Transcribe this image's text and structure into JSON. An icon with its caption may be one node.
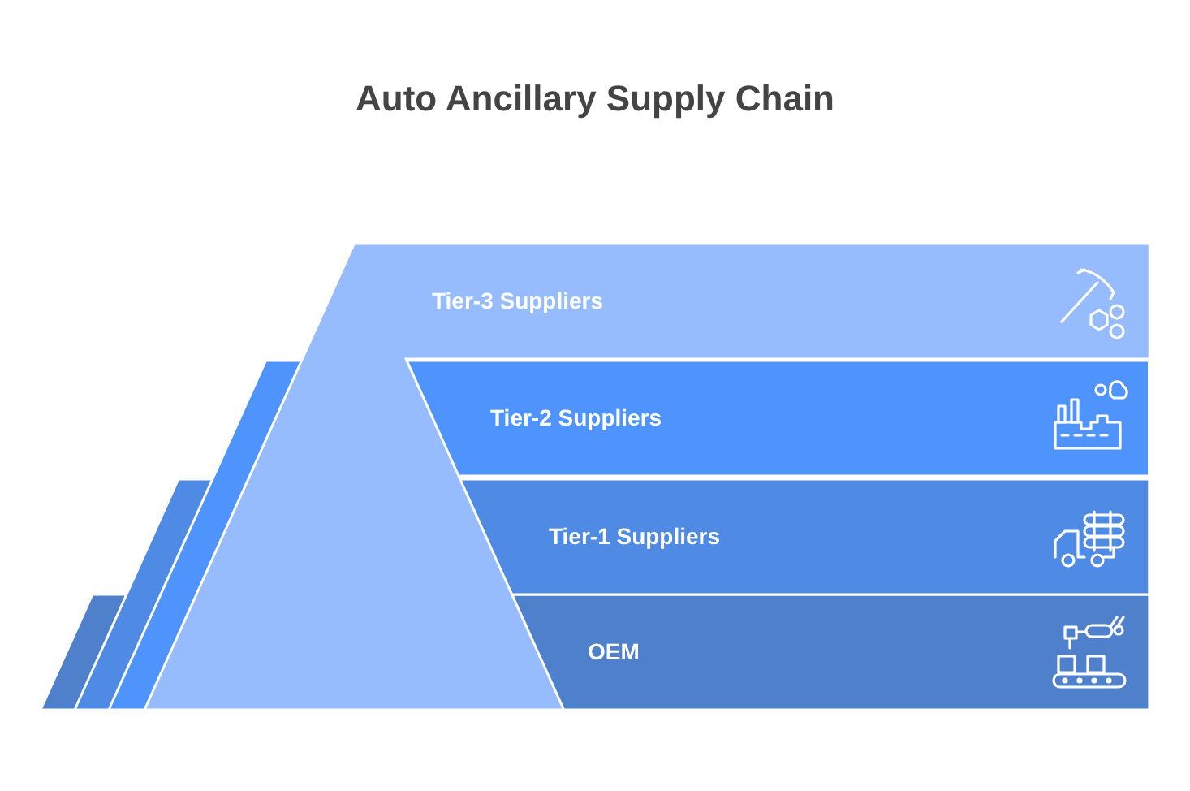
{
  "diagram": {
    "title": "Auto Ancillary Supply Chain",
    "nodes": [
      {
        "text": [
          "Tier-3 Suppliers"
        ]
      },
      {
        "text": [
          "Tier-2 Suppliers"
        ]
      },
      {
        "text": [
          "Tier-1 Suppliers"
        ]
      },
      {
        "text": [
          "OEM"
        ]
      }
    ]
  }
}
